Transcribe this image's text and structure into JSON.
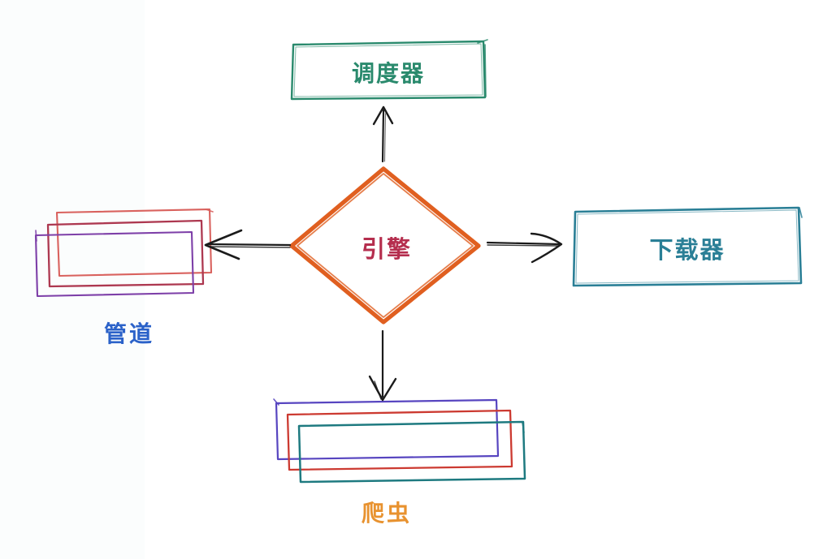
{
  "diagram": {
    "type": "flowchart",
    "style": "hand-drawn-sketch",
    "background_color": "#ffffff",
    "arrow_color": "#1b1b1b",
    "nodes": {
      "scheduler": {
        "label": "调度器",
        "shape": "rectangle",
        "border_color": "#2a8a6d",
        "label_color": "#2a8a6d",
        "position": "top"
      },
      "engine": {
        "label": "引擎",
        "shape": "diamond",
        "border_color": "#e05f20",
        "label_color": "#b52e4e",
        "position": "center"
      },
      "downloader": {
        "label": "下载器",
        "shape": "rectangle",
        "border_color": "#2a7f96",
        "label_color": "#2a7f96",
        "position": "right"
      },
      "pipeline": {
        "label": "管道",
        "shape": "stacked-rectangles",
        "stack_colors": [
          "#d9625e",
          "#ad3850",
          "#7d3fa8"
        ],
        "label_color": "#2b62c9",
        "position": "left"
      },
      "spider": {
        "label": "爬虫",
        "shape": "stacked-rectangles",
        "stack_colors": [
          "#5745c0",
          "#cc3a31",
          "#1e7a80"
        ],
        "label_color": "#e8922f",
        "position": "bottom"
      }
    },
    "edges": [
      {
        "from": "engine",
        "to": "scheduler",
        "direction": "up"
      },
      {
        "from": "engine",
        "to": "pipeline",
        "direction": "left"
      },
      {
        "from": "engine",
        "to": "downloader",
        "direction": "right"
      },
      {
        "from": "engine",
        "to": "spider",
        "direction": "down"
      }
    ]
  }
}
